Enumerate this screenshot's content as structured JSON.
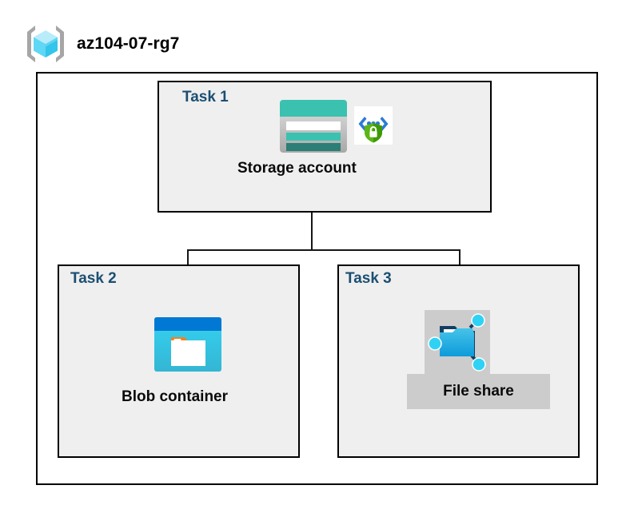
{
  "header": {
    "icon": "resource-group-icon",
    "title": "az104-07-rg7"
  },
  "resource_group": {
    "name": "az104-07-rg7",
    "tasks": [
      {
        "id": "task1",
        "label": "Task 1",
        "node_label": "Storage account",
        "icons": [
          "storage-account-icon",
          "key-vault-secure-icon"
        ],
        "highlighted": false
      },
      {
        "id": "task2",
        "label": "Task 2",
        "node_label": "Blob container",
        "icons": [
          "blob-container-icon"
        ],
        "highlighted": false
      },
      {
        "id": "task3",
        "label": "Task 3",
        "node_label": "File share",
        "icons": [
          "file-share-icon"
        ],
        "highlighted": true
      }
    ]
  },
  "colors": {
    "task_label": "#1B4F72",
    "node_label": "#0A0A0A",
    "task_box_fill": "#EFEFEF",
    "box_border": "#000000",
    "selection_highlight": "#CCCCCC",
    "storage_teal": "#3BC1B0",
    "storage_teal_dark": "#2A7E76",
    "blob_blue": "#0078D4",
    "blob_cyan": "#32CEEE",
    "blob_tag_orange": "#F2821F",
    "shield_green": "#5CB613",
    "chevron_blue": "#2B7CD3",
    "cube_cyan": "#9BE7FA",
    "bracket_gray": "#A6A6A6",
    "connector": "#161616"
  }
}
